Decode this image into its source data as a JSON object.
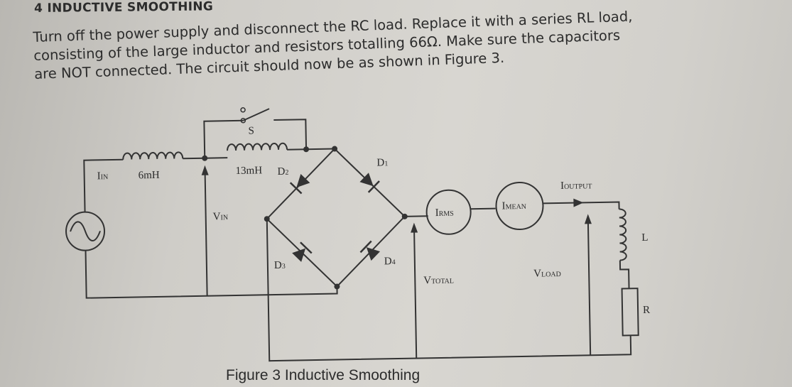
{
  "heading": "4 INDUCTIVE SMOOTHING",
  "intro": [
    "Turn off the power supply and disconnect the RC load. Replace it with a series RL load,",
    "consisting of the large inductor and resistors totalling 66Ω. Make sure the capacitors",
    "are NOT connected. The circuit should now be as shown in Figure 3."
  ],
  "circuit": {
    "i_in": "I",
    "i_in_sub": "IN",
    "l_in": "6mH",
    "v_in": "V",
    "v_in_sub": "IN",
    "switch": "S",
    "l_13": "13mH",
    "d1": "D",
    "d1_sub": "1",
    "d2": "D",
    "d2_sub": "2",
    "d3": "D",
    "d3_sub": "3",
    "d4": "D",
    "d4_sub": "4",
    "irms": "I",
    "irms_sub": "RMS",
    "imean": "I",
    "imean_sub": "MEAN",
    "ioutput": "I",
    "ioutput_sub": "OUTPUT",
    "vtotal": "V",
    "vtotal_sub": "TOTAL",
    "vload": "V",
    "vload_sub": "LOAD",
    "l_load": "L",
    "r_load": "R"
  },
  "caption": "Figure 3 Inductive Smoothing"
}
